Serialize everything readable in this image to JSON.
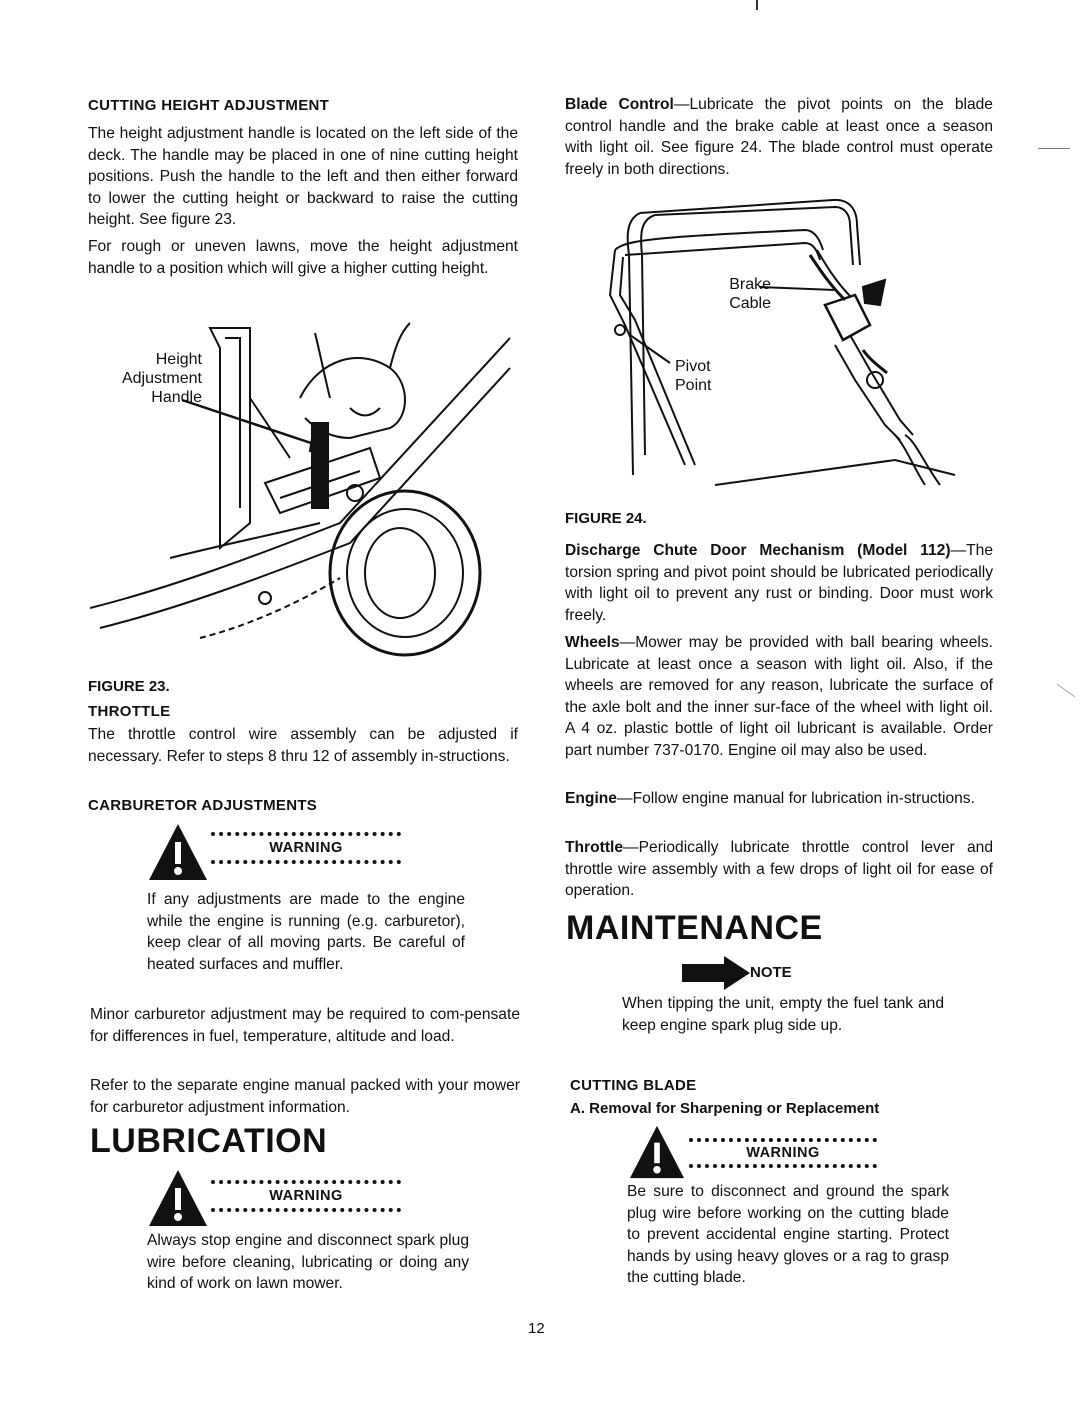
{
  "page_number": "12",
  "left_column": {
    "cutting_height": {
      "heading": "CUTTING HEIGHT ADJUSTMENT",
      "p1": "The height adjustment handle is located on the left side of the deck. The handle may be placed in one of nine cutting height positions. Push the handle to the left and then either forward to lower the cutting height or backward to raise the cutting height. See figure 23.",
      "p2": "For rough or uneven lawns, move the height adjustment handle to a position which will give a higher cutting height.",
      "figure_callout_line1": "Height",
      "figure_callout_line2": "Adjustment",
      "figure_callout_line3": "Handle",
      "figure_label": "FIGURE 23."
    },
    "throttle": {
      "heading": "THROTTLE",
      "p1": "The throttle control wire assembly can be adjusted if necessary. Refer to steps 8 thru 12 of assembly in-structions."
    },
    "carburetor": {
      "heading": "CARBURETOR ADJUSTMENTS",
      "warning_label": "WARNING",
      "warning_text": "If any adjustments are made to the engine while the engine is running (e.g. carburetor), keep clear of all moving parts. Be careful of heated surfaces and muffler.",
      "p1": "Minor carburetor adjustment may be required to com-pensate for differences in fuel, temperature, altitude and load.",
      "p2": "Refer to the separate engine manual packed with your mower for carburetor adjustment information."
    },
    "lubrication": {
      "heading": "LUBRICATION",
      "warning_label": "WARNING",
      "warning_text": "Always stop engine and disconnect spark plug wire before cleaning, lubricating or doing any kind of work on lawn mower."
    }
  },
  "right_column": {
    "blade_control": {
      "lead": "Blade Control",
      "text": "—Lubricate the pivot points on the blade control handle and the brake cable at least once a season with light oil. See figure 24. The blade control must operate freely in both directions."
    },
    "figure24": {
      "callout_brake_line1": "Brake",
      "callout_brake_line2": "Cable",
      "callout_pivot_line1": "Pivot",
      "callout_pivot_line2": "Point",
      "figure_label": "FIGURE 24."
    },
    "discharge_chute": {
      "lead": "Discharge Chute Door Mechanism (Model 112)",
      "text": "—The torsion spring and pivot point should be lubricated periodically with light oil to prevent any rust or binding. Door must work freely."
    },
    "wheels": {
      "lead": "Wheels",
      "text": "—Mower may be provided with ball bearing wheels. Lubricate at least once a season with light oil. Also, if the wheels are removed for any reason, lubricate the surface of the axle bolt and the inner sur-face of the wheel with light oil. A 4 oz. plastic bottle of light oil lubricant is available. Order part number 737-0170. Engine oil may also be used."
    },
    "engine": {
      "lead": "Engine",
      "text": "—Follow engine manual for lubrication in-structions."
    },
    "throttle": {
      "lead": "Throttle",
      "text": "—Periodically lubricate throttle control lever and throttle wire assembly with a few drops of light oil for ease of operation."
    },
    "maintenance": {
      "heading": "MAINTENANCE",
      "note_label": "NOTE",
      "note_text": "When tipping the unit, empty the fuel tank and keep engine spark plug side up."
    },
    "cutting_blade": {
      "heading": "CUTTING BLADE",
      "subheading": "A. Removal for Sharpening or Replacement",
      "warning_label": "WARNING",
      "warning_text": "Be sure to disconnect and ground the spark plug wire before working on the cutting blade to prevent accidental engine starting. Protect hands by using heavy gloves or a rag to grasp the cutting blade."
    }
  }
}
